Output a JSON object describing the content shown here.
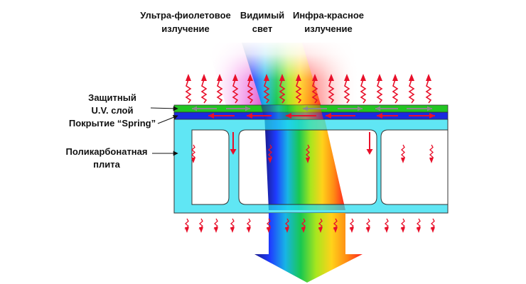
{
  "header_labels": {
    "uv_line1": "Ультра-фиолетовое",
    "uv_line2": "излучение",
    "visible_line1": "Видимый",
    "visible_line2": "свет",
    "ir_line1": "Инфра-красное",
    "ir_line2": "излучение"
  },
  "side_labels": {
    "protective_line1": "Защитный",
    "protective_line2": "U.V. слой",
    "coating": "Покрытие “Spring”",
    "sheet_line1": "Поликарбонатная",
    "sheet_line2": "плита"
  },
  "colors": {
    "panel": "#22ddf0",
    "panel_stroke": "#333333",
    "uv_layer": "#22c522",
    "coating_layer": "#1a2ae0",
    "arrow_red": "#e8102a",
    "arrow_gray": "#8a8a8a"
  },
  "spectrum_colors": [
    "#1a1a8c",
    "#1e3cff",
    "#18b4e6",
    "#18c850",
    "#a8e61e",
    "#ffd21a",
    "#ff8a14",
    "#ff1e1e"
  ]
}
